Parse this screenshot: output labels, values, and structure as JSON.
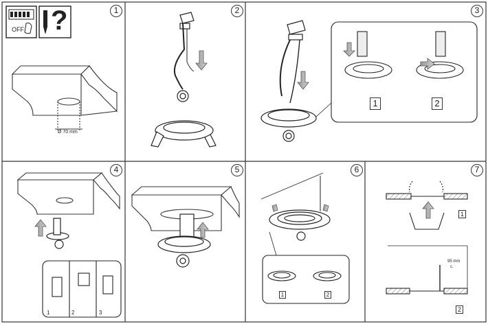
{
  "steps": [
    {
      "number": "1",
      "switch_label": "OFF",
      "question_mark": "?",
      "hole_dimension": "Ø 70 mm"
    },
    {
      "number": "2"
    },
    {
      "number": "3",
      "option_1": "1",
      "option_2": "2"
    },
    {
      "number": "4",
      "option_1": "1",
      "option_2": "2",
      "option_3": "3"
    },
    {
      "number": "5"
    },
    {
      "number": "6",
      "option_1": "1",
      "option_2": "2"
    },
    {
      "number": "7",
      "option_1": "1",
      "option_2": "2",
      "depth_value": "95 mm",
      "depth_note": "c."
    }
  ]
}
